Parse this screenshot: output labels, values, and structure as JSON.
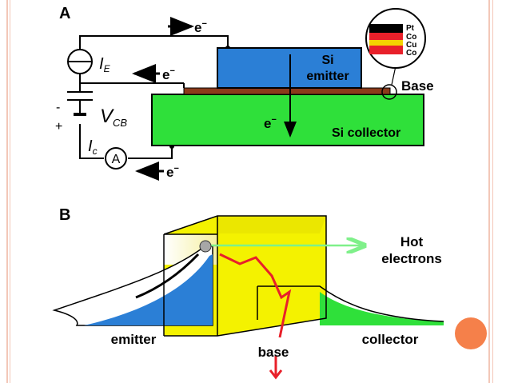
{
  "panel_a": {
    "label": "A",
    "electron": "e",
    "electron_sup": "−",
    "ie_main": "I",
    "ie_sub": "E",
    "vcb_main": "V",
    "vcb_sub": "CB",
    "ic_main": "I",
    "ic_sub": "c",
    "ammeter": "A",
    "minus": "-",
    "plus": "+",
    "emitter_line1": "Si",
    "emitter_line2": "emitter",
    "base": "Base",
    "collector": "Si collector",
    "layers": [
      "Pt",
      "Co",
      "Cu",
      "Co"
    ]
  },
  "panel_b": {
    "label": "B",
    "hot1": "Hot",
    "hot2": "electrons",
    "emitter": "emitter",
    "base": "base",
    "collector": "collector"
  },
  "colors": {
    "emitter_blue": "#2b7fd6",
    "collector_green": "#2fe03a",
    "base_yellow": "#f4f200",
    "base_strip": "#8b3a1a",
    "hot_arrow": "#7ff08a",
    "deco": "#f5804a"
  }
}
